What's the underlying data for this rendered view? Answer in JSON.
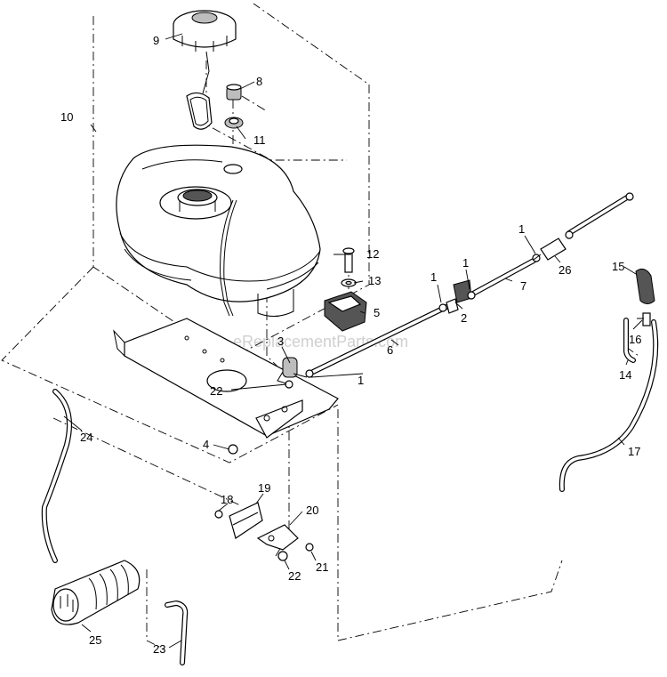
{
  "watermark": "eReplacementParts.com",
  "callouts": {
    "c1a": "1",
    "c1b": "1",
    "c1c": "1",
    "c1d": "1",
    "c2": "2",
    "c3": "3",
    "c4": "4",
    "c5": "5",
    "c6": "6",
    "c7": "7",
    "c8": "8",
    "c9": "9",
    "c10": "10",
    "c11": "11",
    "c12": "12",
    "c13": "13",
    "c14": "14",
    "c15": "15",
    "c16": "16",
    "c17": "17",
    "c18": "18",
    "c19": "19",
    "c20": "20",
    "c21": "21",
    "c22a": "22",
    "c22b": "22",
    "c23": "23",
    "c24": "24",
    "c25": "25",
    "c26": "26"
  }
}
